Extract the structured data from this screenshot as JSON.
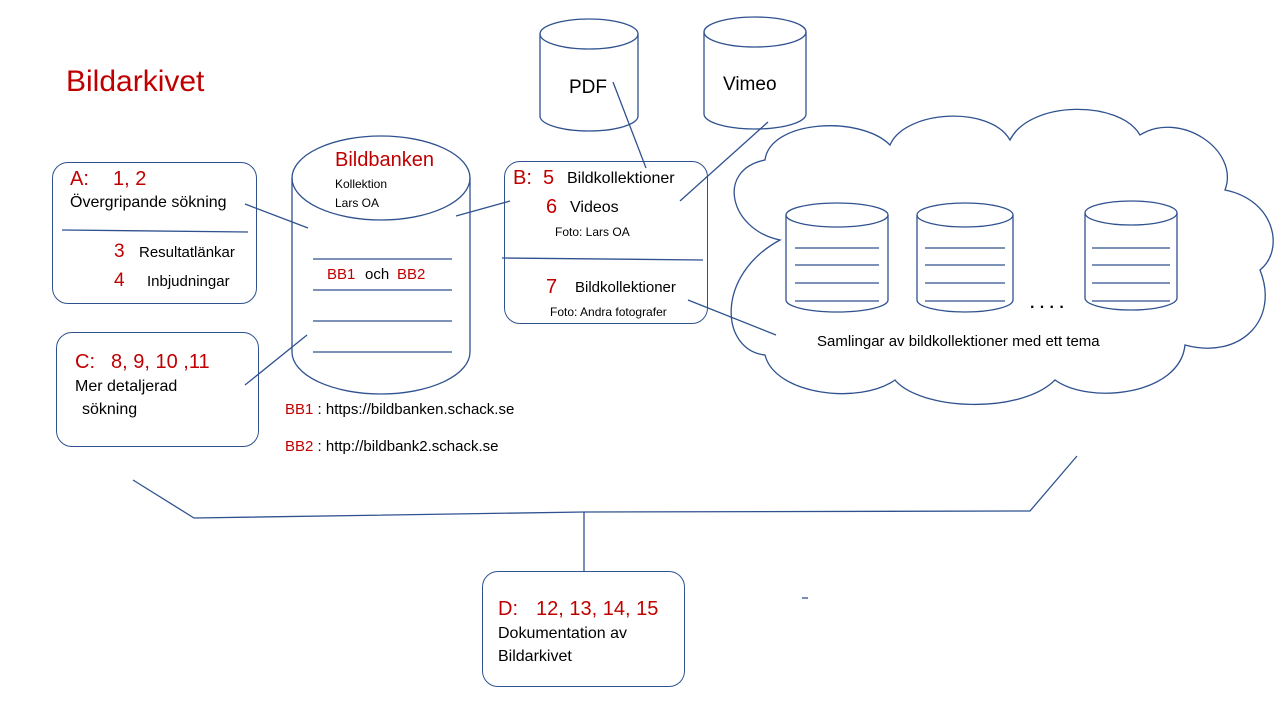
{
  "title": "Bildarkivet",
  "colors": {
    "accent": "#c00000",
    "line": "#2f528f"
  },
  "box_a": {
    "code": "A:",
    "numbers": "1, 2",
    "label": "Övergripande sökning",
    "item1_num": "3",
    "item1_label": "Resultatlänkar",
    "item2_num": "4",
    "item2_label": "Inbjudningar"
  },
  "box_b": {
    "code": "B:",
    "item1_num": "5",
    "item1_label": "Bildkollektioner",
    "item2_num": "6",
    "item2_label": "Videos",
    "item2_credit": "Foto: Lars OA",
    "item3_num": "7",
    "item3_label": "Bildkollektioner",
    "item3_credit": "Foto: Andra fotografer"
  },
  "box_c": {
    "code": "C:",
    "numbers": "8, 9, 10 ,11",
    "label_line1": "Mer detaljerad",
    "label_line2": "sökning"
  },
  "box_d": {
    "code": "D:",
    "numbers": "12, 13, 14, 15",
    "label_line1": "Dokumentation  av",
    "label_line2": "Bildarkivet"
  },
  "bildbanken": {
    "title": "Bildbanken",
    "sub1": "Kollektion",
    "sub2": "Lars OA",
    "bb1": "BB1",
    "och": "och",
    "bb2": "BB2"
  },
  "cylinders": {
    "pdf": "PDF",
    "vimeo": "Vimeo"
  },
  "cloud": {
    "ellipsis": "· · · ·",
    "label": "Samlingar av bildkollektioner med ett tema"
  },
  "links": {
    "bb1_key": "BB1",
    "bb1_url": ": https://bildbanken.schack.se",
    "bb2_key": "BB2",
    "bb2_url": ": http://bildbank2.schack.se"
  }
}
